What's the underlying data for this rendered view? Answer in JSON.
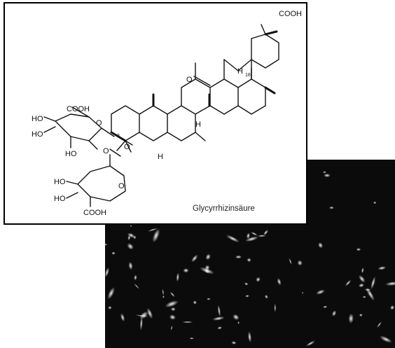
{
  "molecule": {
    "name": "Glycyrrhizinsäure",
    "labels": {
      "cooh_top": "COOH",
      "oxo": "O",
      "h18": "H",
      "pos18": "18",
      "h9": "H",
      "h5": "H",
      "pos3": "3",
      "glyco_o": "O",
      "s1_cooh": "COOH",
      "s1_ho1": "HO",
      "s1_ho2": "HO",
      "s1_ho3": "HO",
      "s1_link_o": "O",
      "s2_ho1": "HO",
      "s2_ho2": "HO",
      "s2_cooh": "COOH",
      "s2_ring_o": "O",
      "s1_ring_o": "O"
    }
  },
  "photo": {
    "description_icon": "licorice-root-photo"
  }
}
